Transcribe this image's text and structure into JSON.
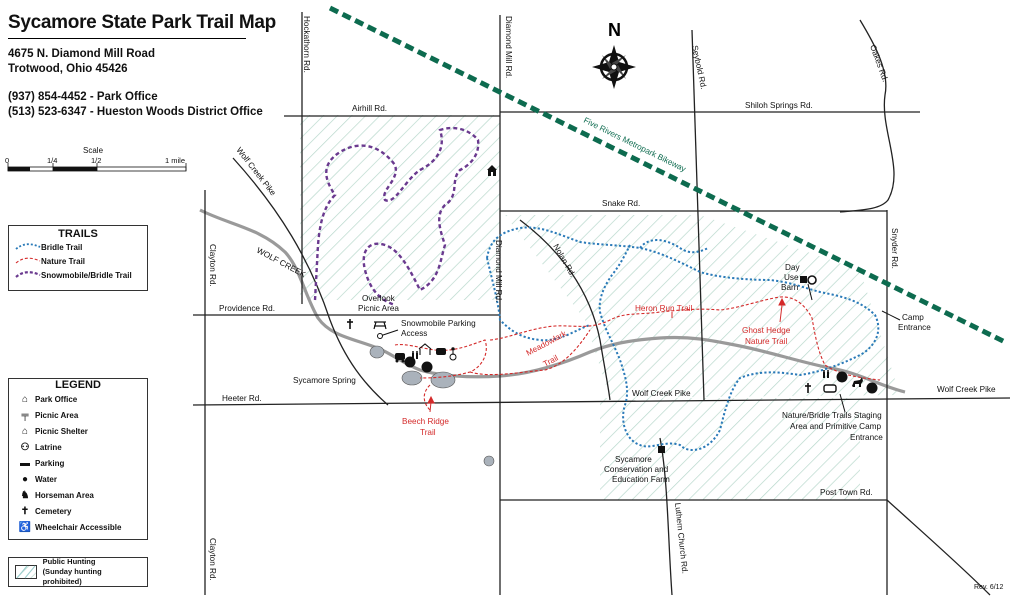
{
  "header": {
    "title": "Sycamore State Park Trail Map",
    "address_line1": "4675 N. Diamond Mill Road",
    "address_line2": "Trotwood, Ohio 45426",
    "phone1": "(937) 854-4452 - Park Office",
    "phone2": "(513) 523-6347 - Hueston Woods District Office"
  },
  "scale": {
    "title": "Scale",
    "ticks": [
      "0",
      "1/4",
      "1/2",
      "1 mile"
    ]
  },
  "trails": {
    "title": "TRAILS",
    "items": [
      {
        "label": "Bridle Trail",
        "color": "#2a7ab8"
      },
      {
        "label": "Nature Trail",
        "color": "#d42a2a"
      },
      {
        "label": "Snowmobile/Bridle Trail",
        "color": "#6a3a8f"
      }
    ]
  },
  "legend": {
    "title": "LEGEND",
    "items": [
      {
        "label": "Park Office",
        "icon": "park-office-icon"
      },
      {
        "label": "Picnic Area",
        "icon": "picnic-area-icon"
      },
      {
        "label": "Picnic Shelter",
        "icon": "picnic-shelter-icon"
      },
      {
        "label": "Latrine",
        "icon": "latrine-icon"
      },
      {
        "label": "Parking",
        "icon": "parking-icon"
      },
      {
        "label": "Water",
        "icon": "water-icon"
      },
      {
        "label": "Horseman Area",
        "icon": "horseman-icon"
      },
      {
        "label": "Cemetery",
        "icon": "cemetery-icon"
      },
      {
        "label": "Wheelchair Accessible",
        "icon": "wheelchair-icon"
      }
    ]
  },
  "hunting": {
    "line1": "Public Hunting",
    "line2": "(Sunday hunting prohibited)"
  },
  "compass": {
    "north": "N"
  },
  "roads": {
    "hockathorn": "Hockathorn Rd.",
    "diamond_mill_top": "Diamond Mill Rd.",
    "diamond_mill_mid": "Diamond Mill Rd.",
    "seybold": "Seybold Rd.",
    "oakes": "Oakes Rd.",
    "airhill": "Airhill Rd.",
    "shiloh": "Shiloh Springs Rd.",
    "snake": "Snake Rd.",
    "snyder": "Snyder Rd.",
    "wolf_creek_pike_diag": "Wolf Creek Pike",
    "clayton_top": "Clayton Rd.",
    "clayton_bottom": "Clayton Rd.",
    "providence": "Providence Rd.",
    "heeter": "Heeter Rd.",
    "nolan": "Nolan Rd.",
    "wolf_creek_pike_mid": "Wolf Creek Pike",
    "wolf_creek_pike_east": "Wolf Creek Pike",
    "post_town": "Post Town Rd.",
    "luthern_church": "Luthern Church Rd.",
    "bikeway": "Five Rivers Metropark Bikeway",
    "wolf_creek": "WOLF CREEK"
  },
  "places": {
    "overlook_1": "Overlook",
    "overlook_2": "Picnic Area",
    "snowmobile_1": "Snowmobile Parking",
    "snowmobile_2": "Access",
    "sycamore_spring": "Sycamore Spring",
    "day_use_1": "Day",
    "day_use_2": "Use",
    "day_use_3": "Barn",
    "camp_1": "Camp",
    "camp_2": "Entrance",
    "staging_1": "Nature/Bridle Trails Staging",
    "staging_2": "Area and Primitive Camp",
    "staging_3": "Entrance",
    "conservation_1": "Sycamore",
    "conservation_2": "Conservation and",
    "conservation_3": "Education Farm"
  },
  "trail_labels": {
    "heron_run": "Heron Run Trail",
    "ghost_hedge_1": "Ghost Hedge",
    "ghost_hedge_2": "Nature Trail",
    "meadowlark_1": "Meadowlark",
    "meadowlark_2": "Trail",
    "beech_ridge_1": "Beech Ridge",
    "beech_ridge_2": "Trail"
  },
  "revision": "Rev. 6/12",
  "colors": {
    "bridle": "#2a7ab8",
    "nature": "#d42a2a",
    "snowmobile": "#6a3a8f",
    "bikeway": "#0d6b4f",
    "creek": "#9a9a9a",
    "hatch": "#b8d8cc"
  }
}
